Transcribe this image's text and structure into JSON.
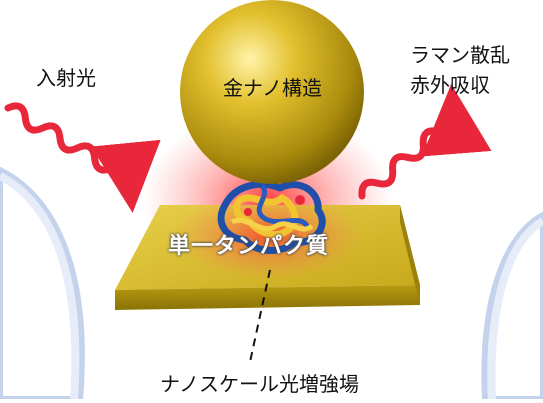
{
  "labels": {
    "incident_light": "入射光",
    "raman_line1": "ラマン散乱",
    "raman_line2": "赤外吸収",
    "gold_nanostructure": "金ナノ構造",
    "single_protein": "単一タンパク質",
    "nanoscale_field": "ナノスケール光増強場"
  },
  "colors": {
    "gold": "#d4b21a",
    "wave_red": "#e8283a",
    "glow_red": "#ff3030",
    "protein_blue": "#1f4fa8",
    "protein_yellow": "#f2c430",
    "side_blue": "#c9d6ee"
  }
}
